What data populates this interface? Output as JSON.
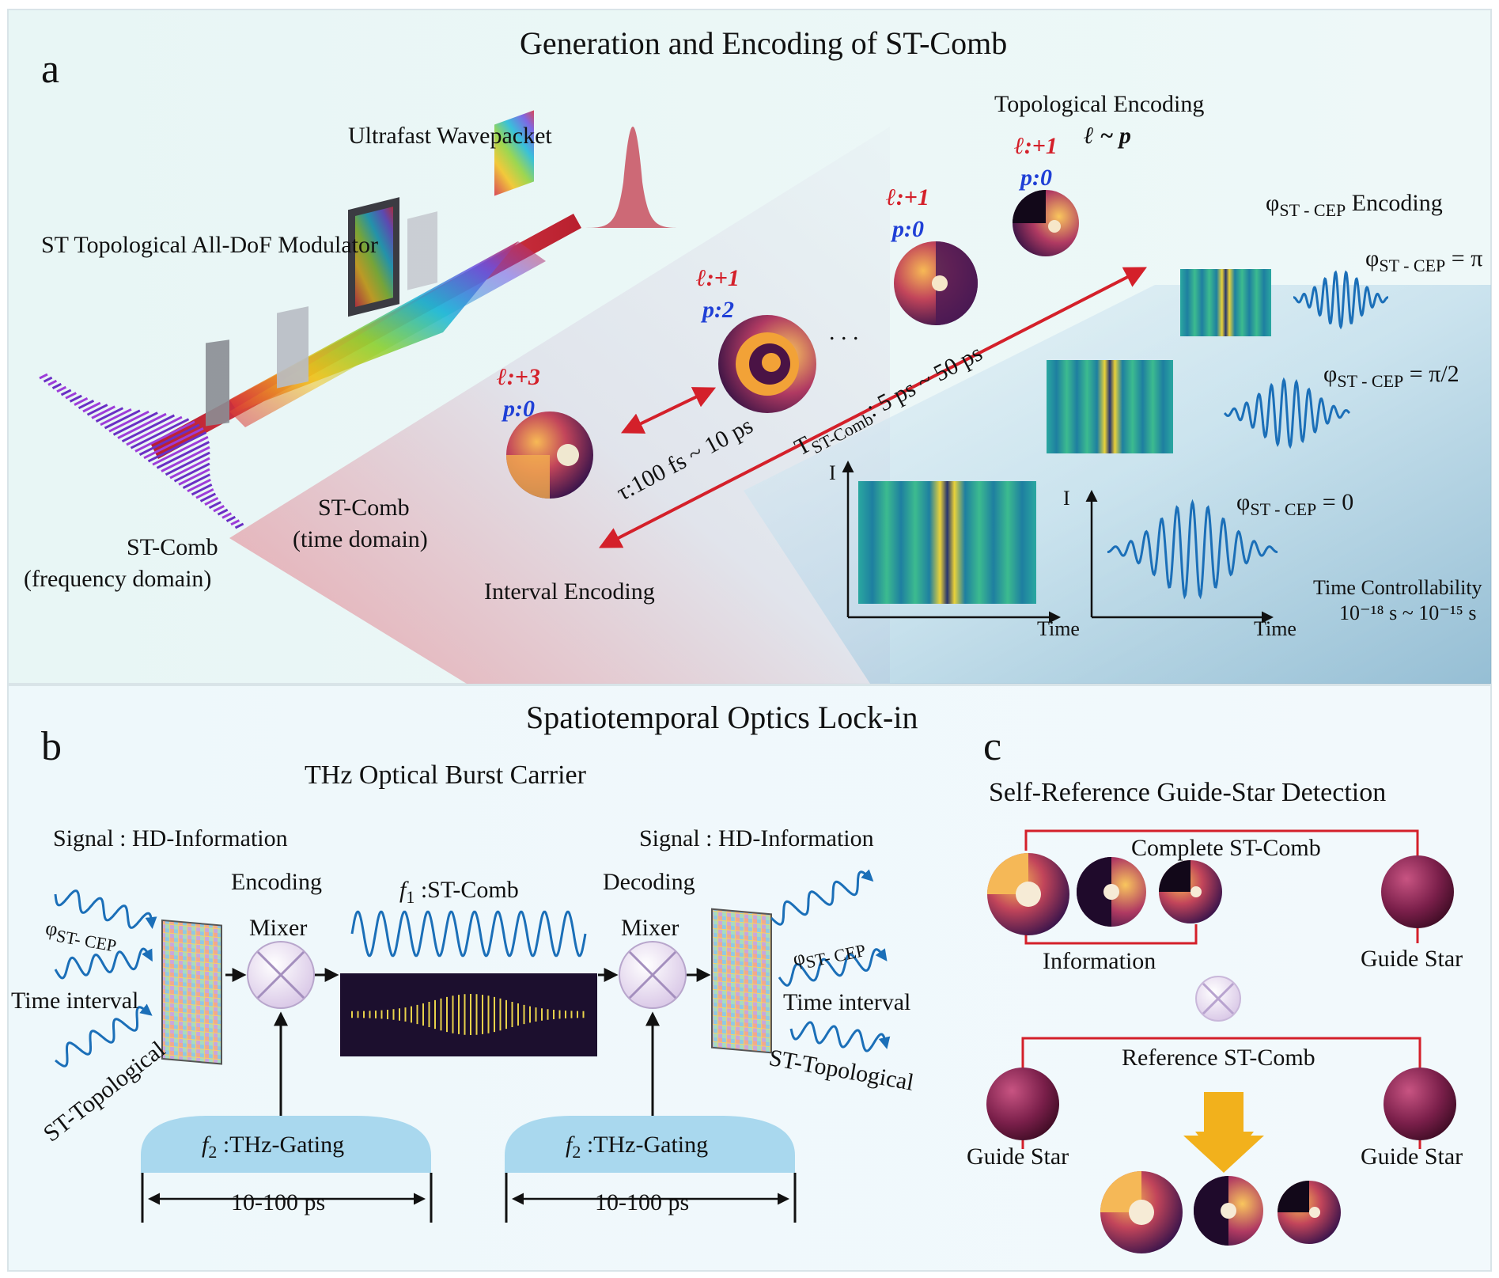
{
  "figure": {
    "panel_a": {
      "letter": "a",
      "title": "Generation and Encoding of ST-Comb",
      "ultrafast": "Ultrafast Wavepacket",
      "modulator": "ST Topological All-DoF Modulator",
      "comb_freq": [
        "ST-Comb",
        "(frequency domain)"
      ],
      "comb_time": [
        "ST-Comb",
        "(time domain)"
      ],
      "topo_title": "Topological Encoding",
      "topo_rel": "ℓ ~ p",
      "interval_encoding": "Interval Encoding",
      "tau_label": "τ:100 fs ~ 10 ps",
      "tcomb_T": "T",
      "tcomb_sub": "ST-Comb",
      "tcomb_rest": ": 5 ps ~ 50 ps",
      "dots": ". . .",
      "tori": [
        {
          "l": "ℓ:+3",
          "p": "p:0"
        },
        {
          "l": "ℓ:+1",
          "p": "p:2"
        },
        {
          "l": "ℓ:+1",
          "p": "p:0"
        },
        {
          "l": "ℓ:+1",
          "p": "p:0"
        }
      ],
      "cep_title_phi": "φ",
      "cep_title_sub": "ST - CEP",
      "cep_title_rest": " Encoding",
      "cep_values": [
        "= π",
        "= π/2",
        "= 0"
      ],
      "cep_sub": "ST - CEP",
      "axis_I": "I",
      "axis_time": "Time",
      "time_ctrl": "Time Controllability",
      "time_range": "10⁻¹⁸ s ~ 10⁻¹⁵ s"
    },
    "panel_b": {
      "title_main": "Spatiotemporal Optics Lock-in",
      "letter": "b",
      "subtitle": "THz Optical Burst Carrier",
      "signal_left": "Signal : HD-Information",
      "signal_right": "Signal : HD-Information",
      "encoding": "Encoding",
      "decoding": "Decoding",
      "mixer_left": "Mixer",
      "mixer_right": "Mixer",
      "f1": "f",
      "f1_sub": "1",
      "f1_rest": " :ST-Comb",
      "f2": "f",
      "f2_sub": "2",
      "f2_rest": " :THz-Gating",
      "span": "10-100 ps",
      "phi": "φ",
      "phi_sub": "ST- CEP",
      "time_interval": "Time interval",
      "st_topological": "ST-Topological"
    },
    "panel_c": {
      "letter": "c",
      "title": "Self-Reference Guide-Star Detection",
      "complete": "Complete ST-Comb",
      "information": "Information",
      "guide_star": "Guide Star",
      "reference": "Reference ST-Comb"
    },
    "colors": {
      "red": "#d4202a",
      "blue": "#1f3fd6",
      "wave": "#1b6fb8",
      "gate": "#a9d8ee",
      "arrow": "#f2b11c",
      "sphere": "#7a1f4a"
    }
  }
}
